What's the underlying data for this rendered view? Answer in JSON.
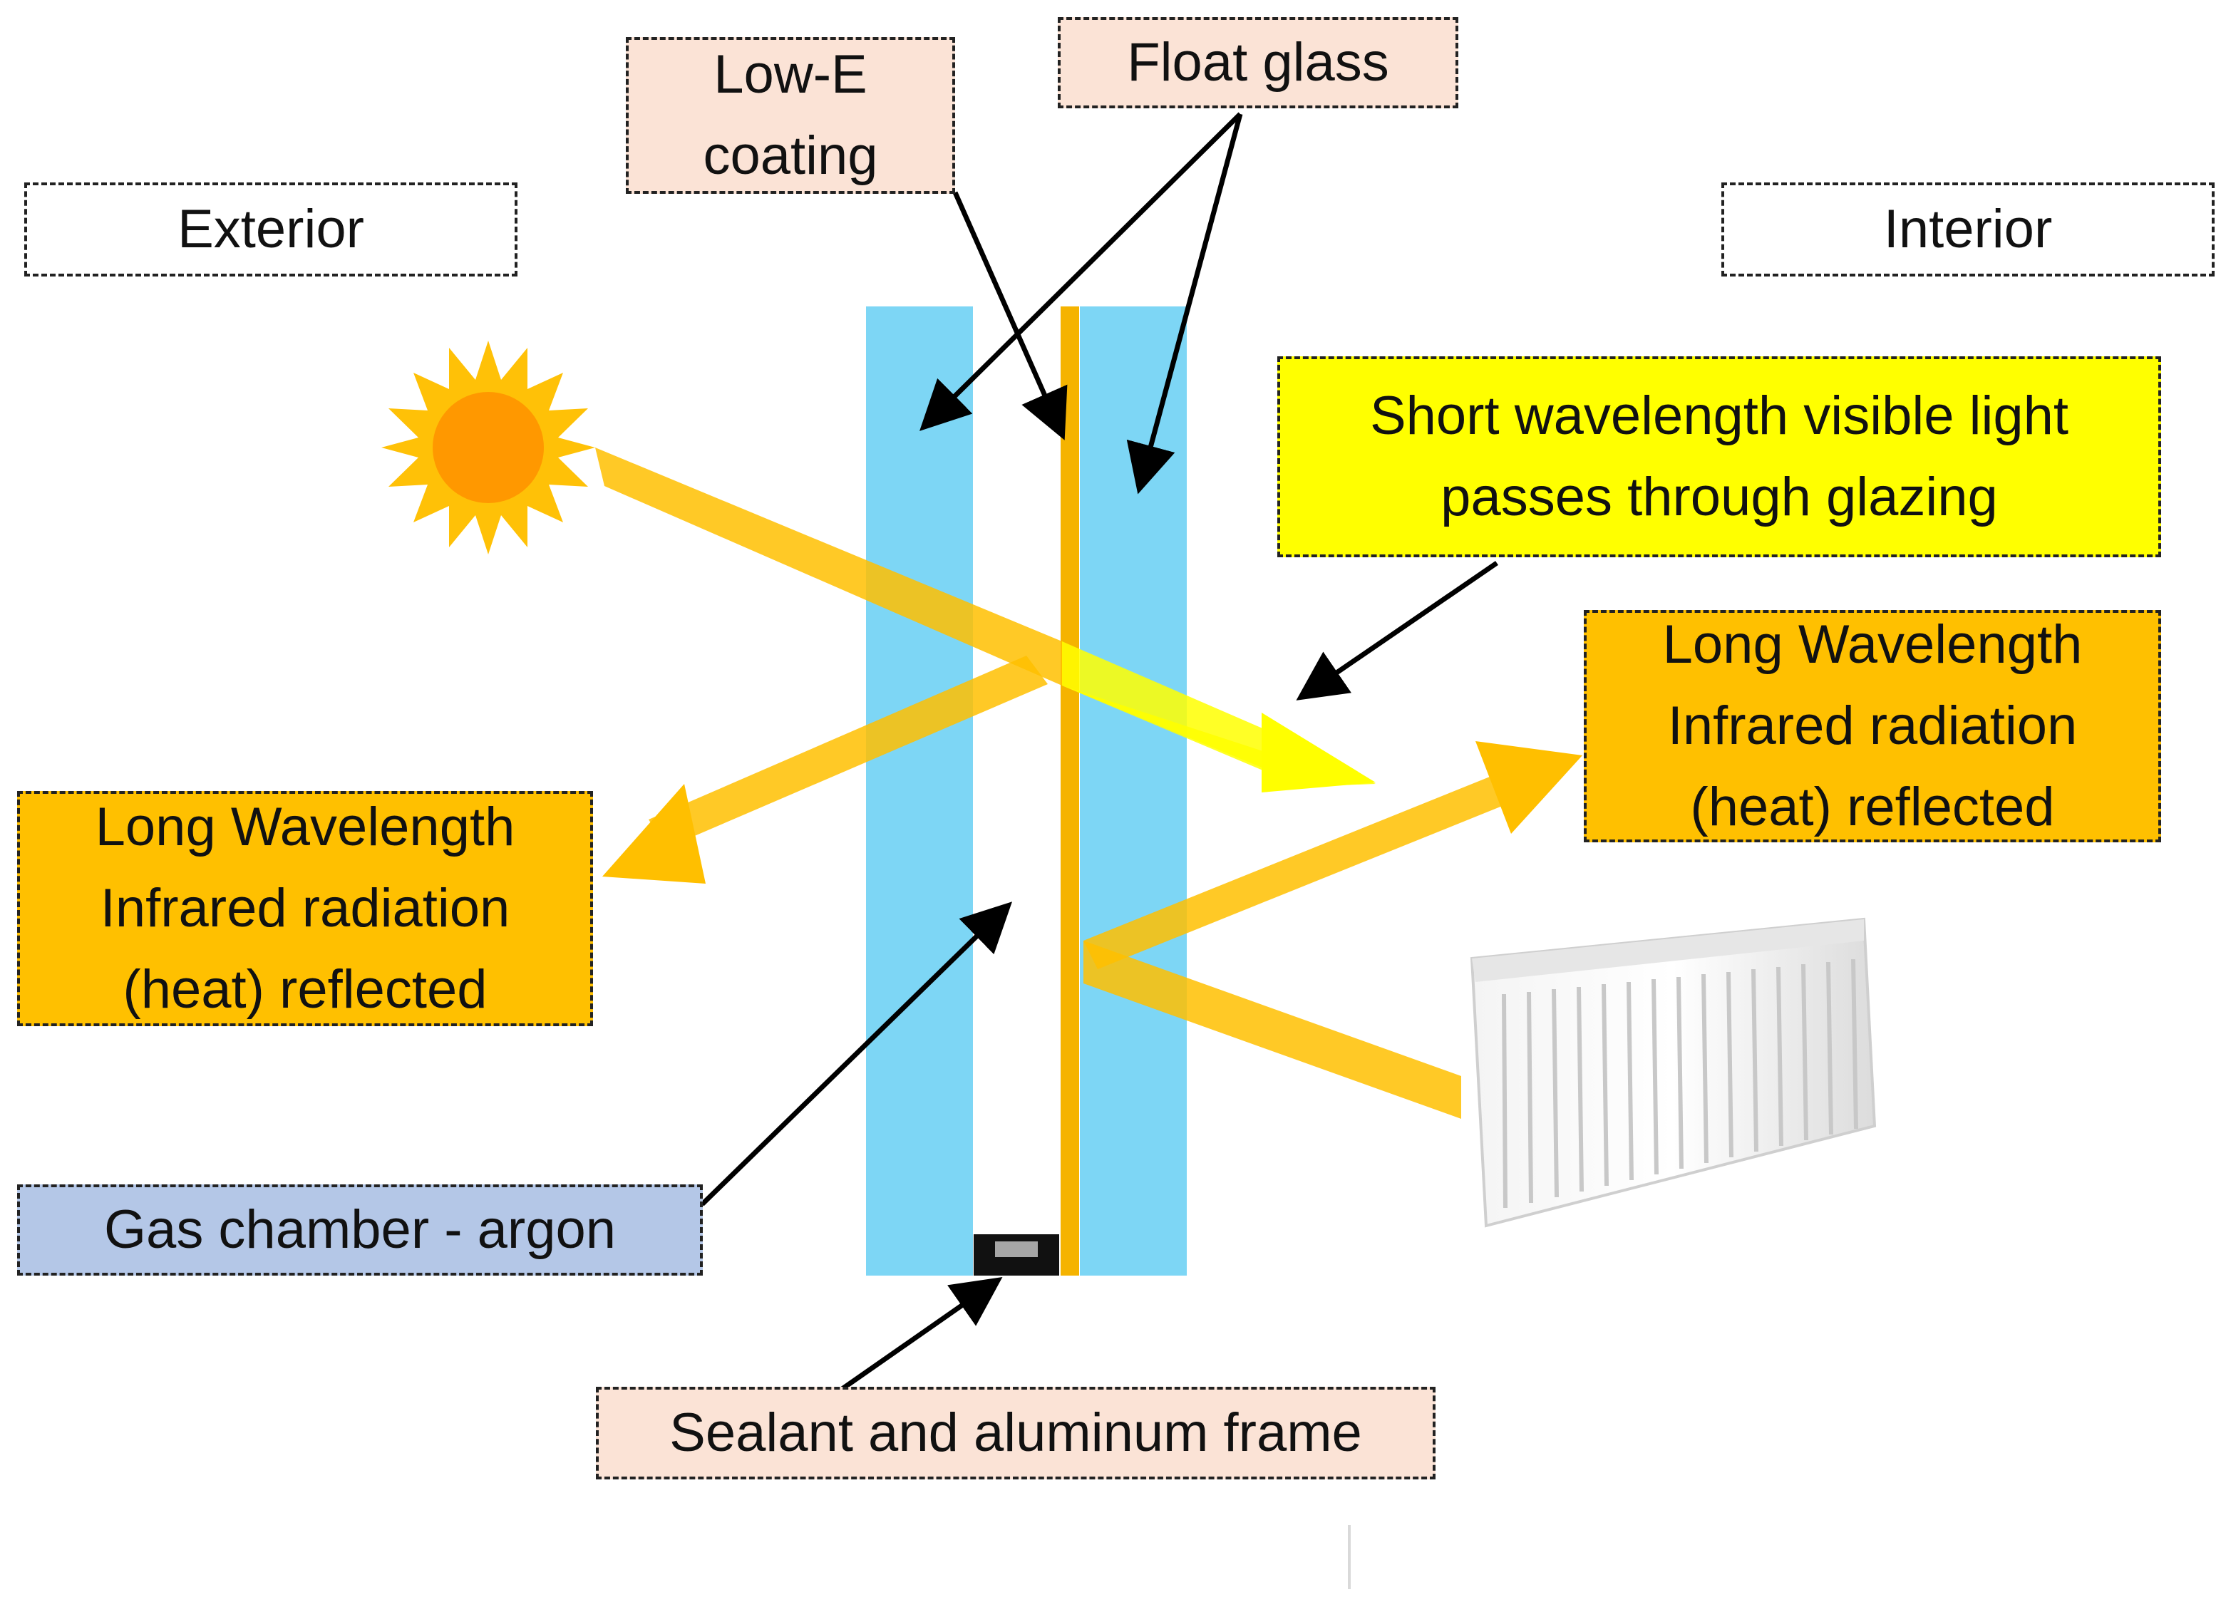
{
  "labels": {
    "exterior": "Exterior",
    "interior": "Interior",
    "low_e": "Low-E\ncoating",
    "float_glass": "Float glass",
    "visible_light": "Short wavelength visible light\npasses through glazing",
    "ir_left": "Long Wavelength\nInfrared radiation\n(heat) reflected",
    "ir_right": "Long Wavelength\nInfrared radiation\n(heat) reflected",
    "gas_chamber": "Gas chamber - argon",
    "sealant": "Sealant and aluminum frame"
  },
  "colors": {
    "glass": "#7dd6f5",
    "coating": "#f5b300",
    "beam": "#ffbf00",
    "visible_beam": "#ffff00",
    "tag_pink": "#fbe3d6",
    "tag_yellow": "#ffff00",
    "tag_orange": "#ffc000",
    "tag_blue": "#b4c7e7",
    "sun": "#ffc107",
    "sun_core": "#ff9800"
  },
  "icons": {
    "sun": "sun-icon",
    "radiator": "radiator-icon"
  }
}
